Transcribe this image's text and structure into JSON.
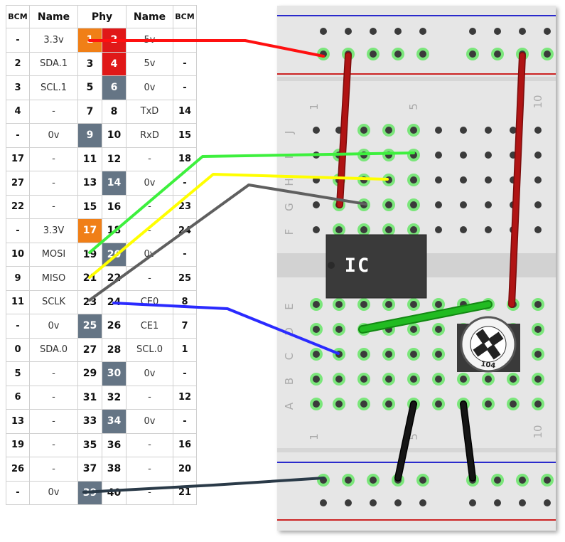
{
  "colors": {
    "pin_3v3": "#f07f17",
    "pin_5v": "#e01818",
    "pin_gnd": "#657585",
    "wire_red": "#ff1010",
    "wire_green": "#3df03d",
    "wire_yellow": "#ffff00",
    "wire_grey": "#5f5f5f",
    "wire_blue": "#2a2aff",
    "wire_black": "#2a3a48",
    "jumper_red": "#b01414",
    "jumper_green": "#22bb22",
    "jumper_black": "#151515",
    "board": "#e6e6e6",
    "hole": "#3b3b3b",
    "hole_active": "#7be67b",
    "rail_blue": "#2a2acc",
    "rail_red": "#cc2222"
  },
  "table": {
    "headers": [
      "BCM",
      "Name",
      "Phy",
      "Name",
      "BCM"
    ],
    "rows": [
      {
        "bcm_l": "-",
        "name_l": "3.3v",
        "phy_l": "1",
        "phy_r": "2",
        "name_r": "5v",
        "bcm_r": "-",
        "type_l": "3v3",
        "type_r": "5v"
      },
      {
        "bcm_l": "2",
        "name_l": "SDA.1",
        "phy_l": "3",
        "phy_r": "4",
        "name_r": "5v",
        "bcm_r": "-",
        "type_l": "",
        "type_r": "5v"
      },
      {
        "bcm_l": "3",
        "name_l": "SCL.1",
        "phy_l": "5",
        "phy_r": "6",
        "name_r": "0v",
        "bcm_r": "-",
        "type_l": "",
        "type_r": "gnd"
      },
      {
        "bcm_l": "4",
        "name_l": "-",
        "phy_l": "7",
        "phy_r": "8",
        "name_r": "TxD",
        "bcm_r": "14",
        "type_l": "",
        "type_r": ""
      },
      {
        "bcm_l": "-",
        "name_l": "0v",
        "phy_l": "9",
        "phy_r": "10",
        "name_r": "RxD",
        "bcm_r": "15",
        "type_l": "gnd",
        "type_r": ""
      },
      {
        "bcm_l": "17",
        "name_l": "-",
        "phy_l": "11",
        "phy_r": "12",
        "name_r": "-",
        "bcm_r": "18",
        "type_l": "",
        "type_r": ""
      },
      {
        "bcm_l": "27",
        "name_l": "-",
        "phy_l": "13",
        "phy_r": "14",
        "name_r": "0v",
        "bcm_r": "-",
        "type_l": "",
        "type_r": "gnd"
      },
      {
        "bcm_l": "22",
        "name_l": "-",
        "phy_l": "15",
        "phy_r": "16",
        "name_r": "-",
        "bcm_r": "23",
        "type_l": "",
        "type_r": ""
      },
      {
        "bcm_l": "-",
        "name_l": "3.3V",
        "phy_l": "17",
        "phy_r": "18",
        "name_r": "-",
        "bcm_r": "24",
        "type_l": "3v3",
        "type_r": ""
      },
      {
        "bcm_l": "10",
        "name_l": "MOSI",
        "phy_l": "19",
        "phy_r": "20",
        "name_r": "0v",
        "bcm_r": "-",
        "type_l": "",
        "type_r": "gnd"
      },
      {
        "bcm_l": "9",
        "name_l": "MISO",
        "phy_l": "21",
        "phy_r": "22",
        "name_r": "-",
        "bcm_r": "25",
        "type_l": "",
        "type_r": ""
      },
      {
        "bcm_l": "11",
        "name_l": "SCLK",
        "phy_l": "23",
        "phy_r": "24",
        "name_r": "CE0",
        "bcm_r": "8",
        "type_l": "",
        "type_r": ""
      },
      {
        "bcm_l": "-",
        "name_l": "0v",
        "phy_l": "25",
        "phy_r": "26",
        "name_r": "CE1",
        "bcm_r": "7",
        "type_l": "gnd",
        "type_r": ""
      },
      {
        "bcm_l": "0",
        "name_l": "SDA.0",
        "phy_l": "27",
        "phy_r": "28",
        "name_r": "SCL.0",
        "bcm_r": "1",
        "type_l": "",
        "type_r": ""
      },
      {
        "bcm_l": "5",
        "name_l": "-",
        "phy_l": "29",
        "phy_r": "30",
        "name_r": "0v",
        "bcm_r": "-",
        "type_l": "",
        "type_r": "gnd"
      },
      {
        "bcm_l": "6",
        "name_l": "-",
        "phy_l": "31",
        "phy_r": "32",
        "name_r": "-",
        "bcm_r": "12",
        "type_l": "",
        "type_r": ""
      },
      {
        "bcm_l": "13",
        "name_l": "-",
        "phy_l": "33",
        "phy_r": "34",
        "name_r": "0v",
        "bcm_r": "-",
        "type_l": "",
        "type_r": "gnd"
      },
      {
        "bcm_l": "19",
        "name_l": "-",
        "phy_l": "35",
        "phy_r": "36",
        "name_r": "-",
        "bcm_r": "16",
        "type_l": "",
        "type_r": ""
      },
      {
        "bcm_l": "26",
        "name_l": "-",
        "phy_l": "37",
        "phy_r": "38",
        "name_r": "-",
        "bcm_r": "20",
        "type_l": "",
        "type_r": ""
      },
      {
        "bcm_l": "-",
        "name_l": "0v",
        "phy_l": "39",
        "phy_r": "40",
        "name_r": "-",
        "bcm_r": "21",
        "type_l": "gnd",
        "type_r": ""
      }
    ]
  },
  "breadboard": {
    "row_letters_top": [
      "J",
      "I",
      "H",
      "G",
      "F"
    ],
    "row_letters_bottom": [
      "E",
      "D",
      "C",
      "B",
      "A"
    ],
    "column_labels_top": [
      "1",
      "5",
      "10"
    ],
    "column_labels_bottom": [
      "1",
      "5",
      "10"
    ],
    "chip_label": "IC",
    "pot_label": "104"
  },
  "wires": [
    {
      "name": "wire-3v3-red",
      "color_key": "wire_red",
      "from_pin": "1"
    },
    {
      "name": "wire-mosi-green",
      "color_key": "wire_green",
      "from_pin": "19"
    },
    {
      "name": "wire-miso-yellow",
      "color_key": "wire_yellow",
      "from_pin": "21"
    },
    {
      "name": "wire-sclk-grey",
      "color_key": "wire_grey",
      "from_pin": "23"
    },
    {
      "name": "wire-ce0-blue",
      "color_key": "wire_blue",
      "from_pin": "24"
    },
    {
      "name": "wire-gnd-black",
      "color_key": "wire_black",
      "from_pin": "39"
    }
  ]
}
